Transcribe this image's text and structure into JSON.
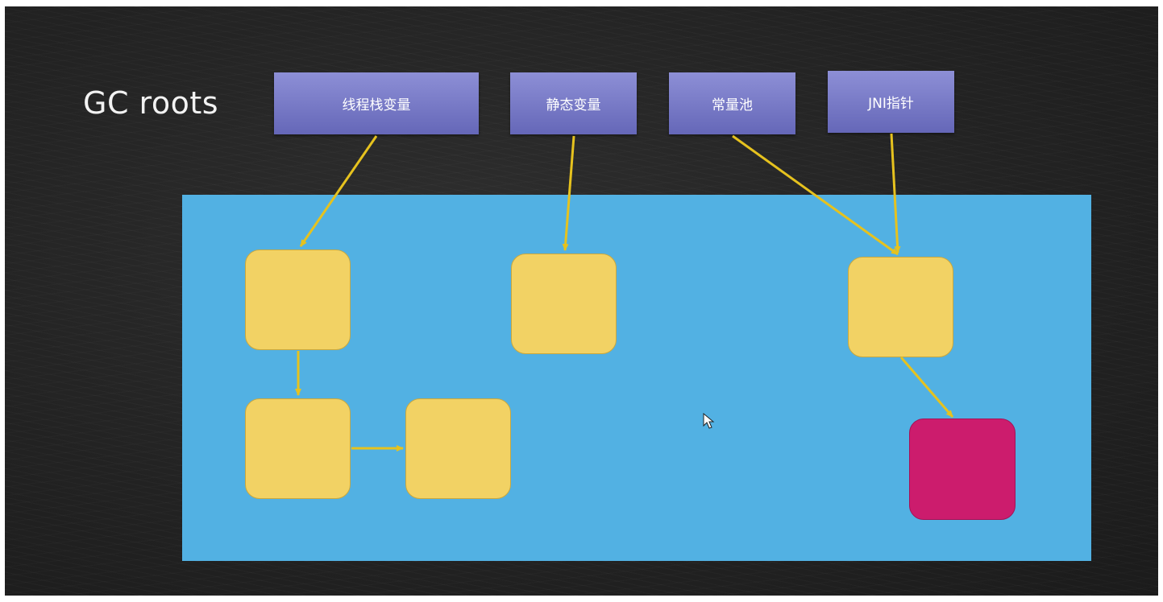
{
  "diagram": {
    "title": "GC roots",
    "roots": [
      {
        "id": "thread-stack",
        "label": "线程栈变量"
      },
      {
        "id": "static-var",
        "label": "静态变量"
      },
      {
        "id": "constant-pool",
        "label": "常量池"
      },
      {
        "id": "jni-pointer",
        "label": "JNI指针"
      }
    ],
    "objects": [
      {
        "id": "obj-1",
        "reachable": true
      },
      {
        "id": "obj-2",
        "reachable": true
      },
      {
        "id": "obj-3",
        "reachable": true
      },
      {
        "id": "obj-4",
        "reachable": true
      },
      {
        "id": "obj-5",
        "reachable": true
      },
      {
        "id": "obj-6",
        "reachable": false
      }
    ],
    "edges": [
      {
        "from": "thread-stack",
        "to": "obj-1"
      },
      {
        "from": "obj-1",
        "to": "obj-2"
      },
      {
        "from": "obj-2",
        "to": "obj-3"
      },
      {
        "from": "static-var",
        "to": "obj-4"
      },
      {
        "from": "constant-pool",
        "to": "obj-5"
      },
      {
        "from": "jni-pointer",
        "to": "obj-5"
      },
      {
        "from": "obj-5",
        "to": "obj-6"
      }
    ],
    "colors": {
      "background": "#232323",
      "root_box": "#7a7cc8",
      "heap": "#52b1e3",
      "reachable_object": "#f2d264",
      "unreachable_object": "#cc1c6d",
      "arrow": "#e6c21e"
    },
    "icons": [
      "mouse-cursor-icon"
    ]
  }
}
